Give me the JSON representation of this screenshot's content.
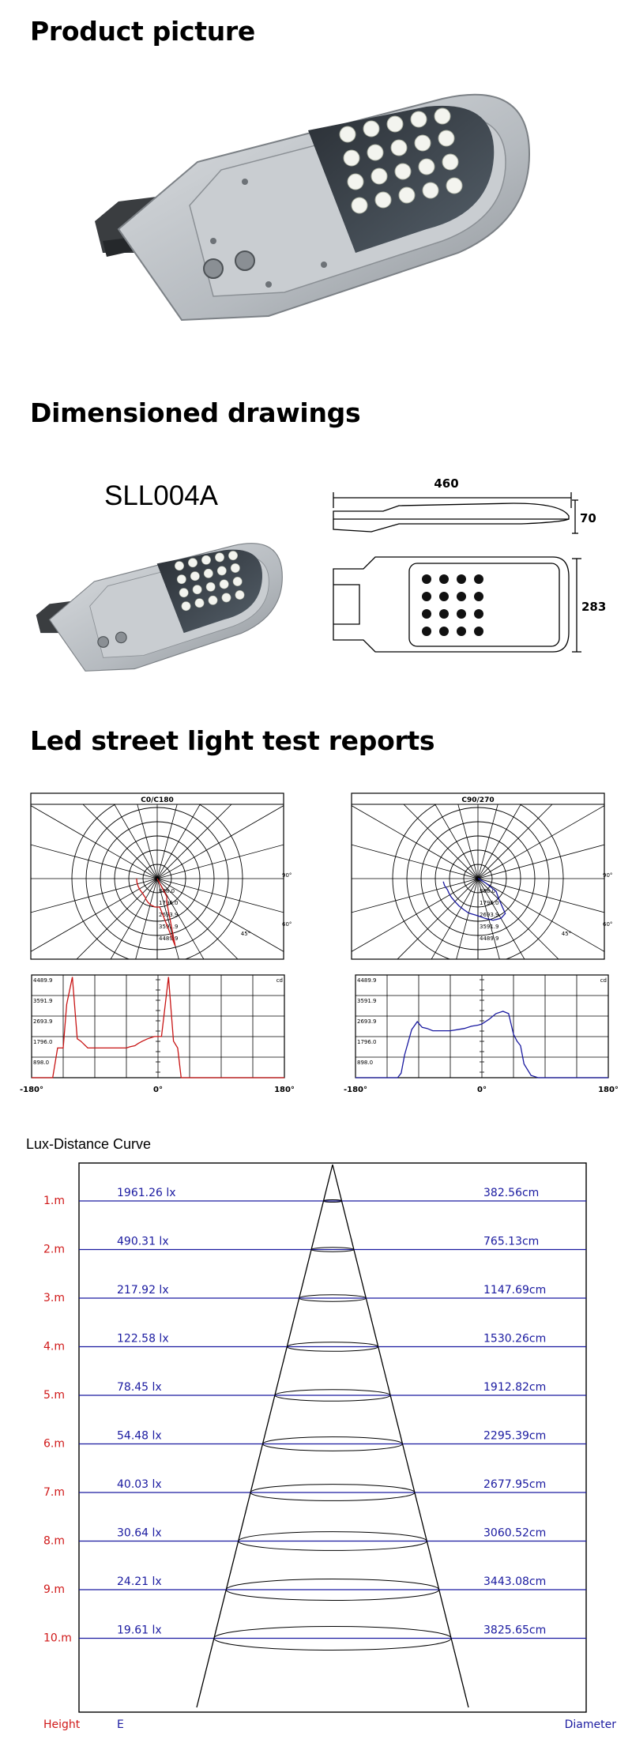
{
  "sections": {
    "product_picture": "Product picture",
    "dimensioned_drawings": "Dimensioned drawings",
    "test_reports": "Led street light test reports"
  },
  "drawing": {
    "model": "SLL004A",
    "length": "460",
    "height": "70",
    "width": "283"
  },
  "polar_charts": [
    {
      "title": "C0/C180",
      "color": "#c81414",
      "ring_labels": [
        "898.0",
        "1796.0",
        "2693.9",
        "3591.9",
        "4489.9"
      ],
      "angle_labels": [
        "90°",
        "60°",
        "45°"
      ]
    },
    {
      "title": "C90/270",
      "color": "#1a1aa0",
      "ring_labels": [
        "898.0",
        "1796.0",
        "2693.9",
        "3591.9",
        "4489.9"
      ],
      "angle_labels": [
        "90°",
        "60°",
        "45°"
      ]
    }
  ],
  "chart_data": [
    {
      "type": "line",
      "title": "",
      "series_color": "#c81414",
      "x": [
        -180,
        -165,
        -160,
        -150,
        -143,
        -135,
        -130,
        -122,
        -115,
        -110,
        -100,
        -90,
        -80,
        -70,
        -60,
        -50,
        -45,
        -40,
        -33,
        -28,
        -22,
        -15,
        -5,
        0,
        5,
        15,
        22,
        28,
        33,
        40,
        45,
        50,
        60,
        70,
        80,
        90,
        100,
        110,
        115,
        122,
        130,
        135,
        143,
        150,
        160,
        165,
        180
      ],
      "values": [
        0,
        0,
        0,
        0,
        1300,
        1300,
        3200,
        4400,
        1700,
        1600,
        1300,
        1300,
        1300,
        1300,
        1300,
        1300,
        1300,
        1350,
        1400,
        1500,
        1600,
        1700,
        1800,
        1800,
        1800,
        4400,
        1600,
        1300,
        0,
        0,
        0,
        0,
        0,
        0,
        0,
        0,
        0,
        0,
        0,
        0,
        0,
        0,
        0,
        0,
        0,
        0,
        0
      ],
      "ylim": [
        0,
        4489.9
      ],
      "xlim": [
        -180,
        180
      ],
      "y_ticks": [
        "898.0",
        "1796.0",
        "2693.9",
        "3591.9",
        "4489.9"
      ],
      "x_ticks": [
        "-180°",
        "0°",
        "180°"
      ],
      "corner_label": "cd"
    },
    {
      "type": "line",
      "title": "",
      "series_color": "#1a1aa0",
      "x": [
        -180,
        -120,
        -115,
        -110,
        -100,
        -92,
        -85,
        -78,
        -70,
        -62,
        -55,
        -45,
        -35,
        -25,
        -15,
        -5,
        0,
        10,
        20,
        30,
        38,
        45,
        50,
        55,
        60,
        70,
        80,
        100,
        180
      ],
      "values": [
        0,
        0,
        200,
        1000,
        2100,
        2450,
        2200,
        2150,
        2050,
        2050,
        2050,
        2050,
        2100,
        2150,
        2250,
        2300,
        2350,
        2550,
        2800,
        2900,
        2800,
        1900,
        1600,
        1400,
        600,
        100,
        0,
        0,
        0
      ],
      "ylim": [
        0,
        4489.9
      ],
      "xlim": [
        -180,
        180
      ],
      "y_ticks": [
        "898.0",
        "1796.0",
        "2693.9",
        "3591.9",
        "4489.9"
      ],
      "x_ticks": [
        "-180°",
        "0°",
        "180°"
      ],
      "corner_label": "cd"
    },
    {
      "type": "table",
      "title": "Lux-Distance Curve",
      "columns": [
        "Height",
        "E",
        "Diameter"
      ],
      "rows": [
        [
          "1.m",
          "1961.26 lx",
          "382.56cm"
        ],
        [
          "2.m",
          "490.31 lx",
          "765.13cm"
        ],
        [
          "3.m",
          "217.92 lx",
          "1147.69cm"
        ],
        [
          "4.m",
          "122.58 lx",
          "1530.26cm"
        ],
        [
          "5.m",
          "78.45 lx",
          "1912.82cm"
        ],
        [
          "6.m",
          "54.48 lx",
          "2295.39cm"
        ],
        [
          "7.m",
          "40.03 lx",
          "2677.95cm"
        ],
        [
          "8.m",
          "30.64 lx",
          "3060.52cm"
        ],
        [
          "9.m",
          "24.21 lx",
          "3443.08cm"
        ],
        [
          "10.m",
          "19.61 lx",
          "3825.65cm"
        ]
      ],
      "height_color": "#d01818",
      "value_color": "#1a1aa0"
    }
  ]
}
